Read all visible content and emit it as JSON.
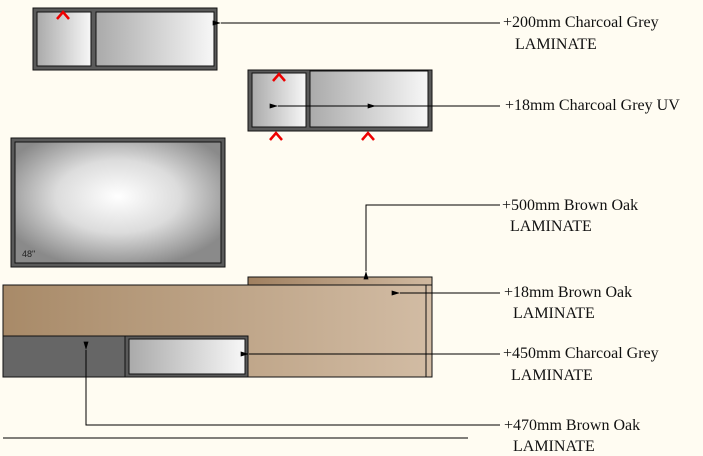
{
  "labels": [
    {
      "line1": "+200mm Charcoal Grey",
      "line2": "LAMINATE"
    },
    {
      "line1": "+18mm Charcoal Grey UV"
    },
    {
      "line1": "+500mm Brown Oak",
      "line2": "LAMINATE"
    },
    {
      "line1": "+18mm Brown Oak",
      "line2": "LAMINATE"
    },
    {
      "line1": "+450mm Charcoal Grey",
      "line2": "LAMINATE"
    },
    {
      "line1": "+470mm Brown Oak",
      "line2": "LAMINATE"
    }
  ],
  "tv": {
    "size_label": "48\""
  },
  "colors": {
    "background": "#fffcf2",
    "frame": "#5a5a5a",
    "oak_dark": "#a88a68",
    "oak_light": "#d2bca4",
    "charcoal": "#666666",
    "marker": "#ee0000"
  }
}
